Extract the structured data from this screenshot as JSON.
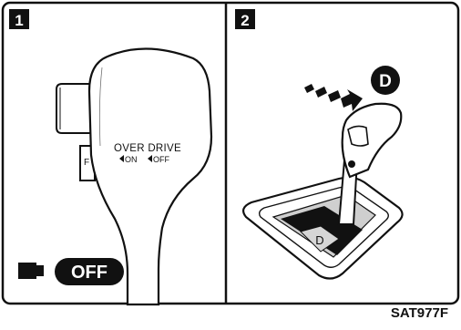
{
  "panels": [
    {
      "number": "1",
      "switch_text": "OVER DRIVE",
      "switch_on": "ON",
      "switch_off": "OFF",
      "side_letter": "F",
      "button_label": "OFF"
    },
    {
      "number": "2",
      "gear_badge": "D",
      "gate_letter": "D"
    }
  ],
  "figure_code": "SAT977F",
  "colors": {
    "ink": "#111111",
    "paper": "#ffffff",
    "gate_fill": "#bdbdbd"
  }
}
